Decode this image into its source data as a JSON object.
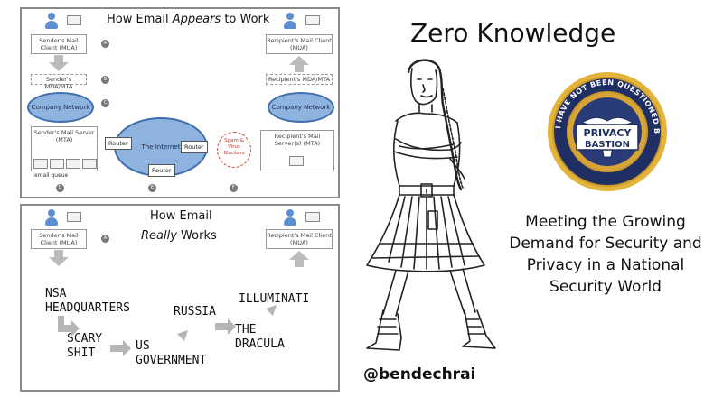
{
  "slide_title": "Zero Knowledge",
  "handle": "@bendechrai",
  "tagline": "Meeting the Growing Demand for Security and Privacy in a National Security World",
  "seal": {
    "band_text": "I HAVE NOT BEEN QUESTIONED BY INTELLIGENCE AGENCIES",
    "line1": "PRIVACY",
    "line2": "BASTION",
    "colors": {
      "gold": "#e2b43b",
      "navy": "#1f2f63",
      "ring": "#2a3c78"
    }
  },
  "top_panel": {
    "title_a": "How Email ",
    "title_em": "Appears",
    "title_b": " to Work",
    "sender_client": "Sender's Mail Client (MUA)",
    "sender_mda": "Sender's MDA/MTA",
    "company_network": "Company Network",
    "sender_server": "Sender's Mail Server (MTA)",
    "email_queue": "email queue",
    "router": "Router",
    "internet": "The Internet",
    "spam": "Spam & Virus Blockers",
    "recipient_client": "Recipient's Mail Client (MUA)",
    "recipient_mda": "Recipient's MDA/MTA",
    "recipient_network": "Company Network",
    "recipient_server": "Recipient's Mail Server(s) (MTA)",
    "markers": [
      "A",
      "B",
      "C",
      "D",
      "E",
      "F"
    ]
  },
  "bottom_panel": {
    "title_a": "How Email",
    "title_em": "Really",
    "title_b": " Works",
    "sender_client": "Sender's Mail Client (MUA)",
    "recipient_client": "Recipient's Mail Client (MUA)",
    "marker": "A",
    "chain": {
      "nsa": "NSA\nHEADQUARTERS",
      "scary": "SCARY\nSHIT",
      "us": "US\nGOVERNMENT",
      "russia": "RUSSIA",
      "dracula": "THE\nDRACULA",
      "illuminati": "ILLUMINATI"
    }
  }
}
